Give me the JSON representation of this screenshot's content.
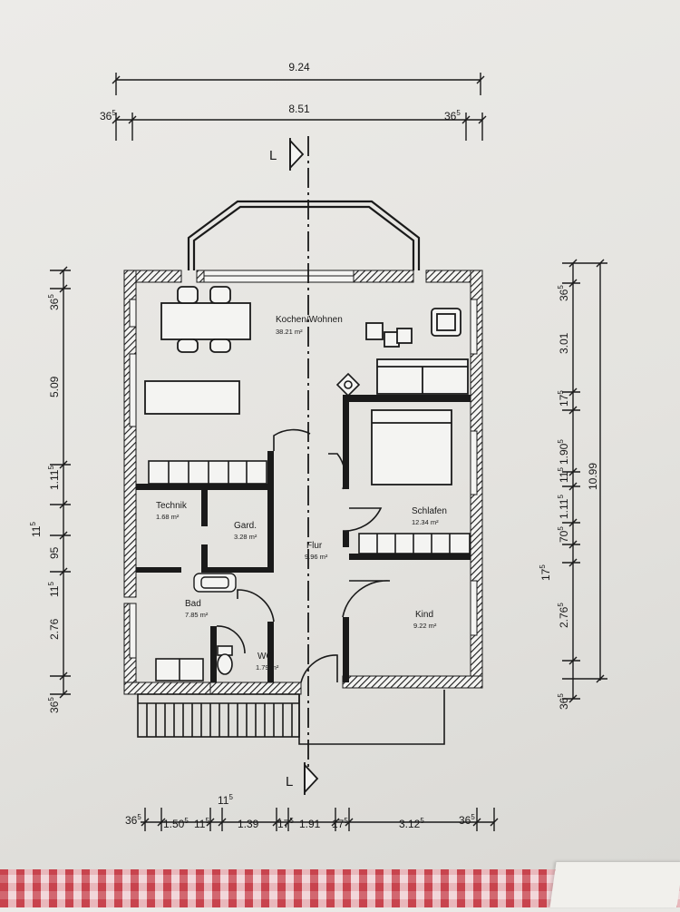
{
  "dimensions": {
    "top": {
      "overall": "9.24",
      "inner": "8.51",
      "left_wall": "36",
      "left_wall_sup": "5",
      "right_wall": "36",
      "right_wall_sup": "5"
    },
    "left": {
      "wall_top": "36",
      "wall_top_sup": "5",
      "seg_1": "5.09",
      "seg_2": "1.11",
      "seg_2_sup": "5",
      "seg_3": "11",
      "seg_3_sup": "5",
      "seg_4": "95",
      "seg_5": "11",
      "seg_5_sup": "5",
      "seg_6": "2.76",
      "wall_bottom": "36",
      "wall_bottom_sup": "5"
    },
    "right": {
      "overall": "10.99",
      "wall_top": "36",
      "wall_top_sup": "5",
      "seg_1": "3.01",
      "seg_2": "17",
      "seg_2_sup": "5",
      "seg_3": "1.90",
      "seg_3_sup": "5",
      "seg_4": "11",
      "seg_4_sup": "5",
      "seg_5": "1.11",
      "seg_5_sup": "5",
      "seg_6": "70",
      "seg_6_sup": "5",
      "seg_7": "17",
      "seg_7_sup": "5",
      "seg_8": "2.76",
      "seg_8_sup": "5",
      "wall_bottom": "36",
      "wall_bottom_sup": "5"
    },
    "bottom": {
      "wall_left": "36",
      "wall_left_sup": "5",
      "seg_1": "1.50",
      "seg_1_sup": "5",
      "seg_2": "11",
      "seg_2_sup": "5",
      "seg_2b": "11",
      "seg_2b_sup": "5",
      "seg_3": "1.39",
      "seg_4": "17",
      "seg_4_sup": "5",
      "seg_5": "1.91",
      "seg_6": "17",
      "seg_6_sup": "5",
      "seg_7": "3.12",
      "seg_7_sup": "5",
      "wall_right": "36",
      "wall_right_sup": "5"
    }
  },
  "section_marker": {
    "top": "L",
    "bottom": "L"
  },
  "rooms": [
    {
      "key": "kochen",
      "name": "Kochen/Wohnen",
      "area": "38.21 m²"
    },
    {
      "key": "technik",
      "name": "Technik",
      "area": "1.68 m²"
    },
    {
      "key": "gard",
      "name": "Gard.",
      "area": "3.28 m²"
    },
    {
      "key": "flur",
      "name": "Flur",
      "area": "9.96 m²"
    },
    {
      "key": "schlafen",
      "name": "Schlafen",
      "area": "12.34 m²"
    },
    {
      "key": "bad",
      "name": "Bad",
      "area": "7.85 m²"
    },
    {
      "key": "wc",
      "name": "WC",
      "area": "1.79 m²"
    },
    {
      "key": "kind",
      "name": "Kind",
      "area": "9.22 m²"
    }
  ]
}
